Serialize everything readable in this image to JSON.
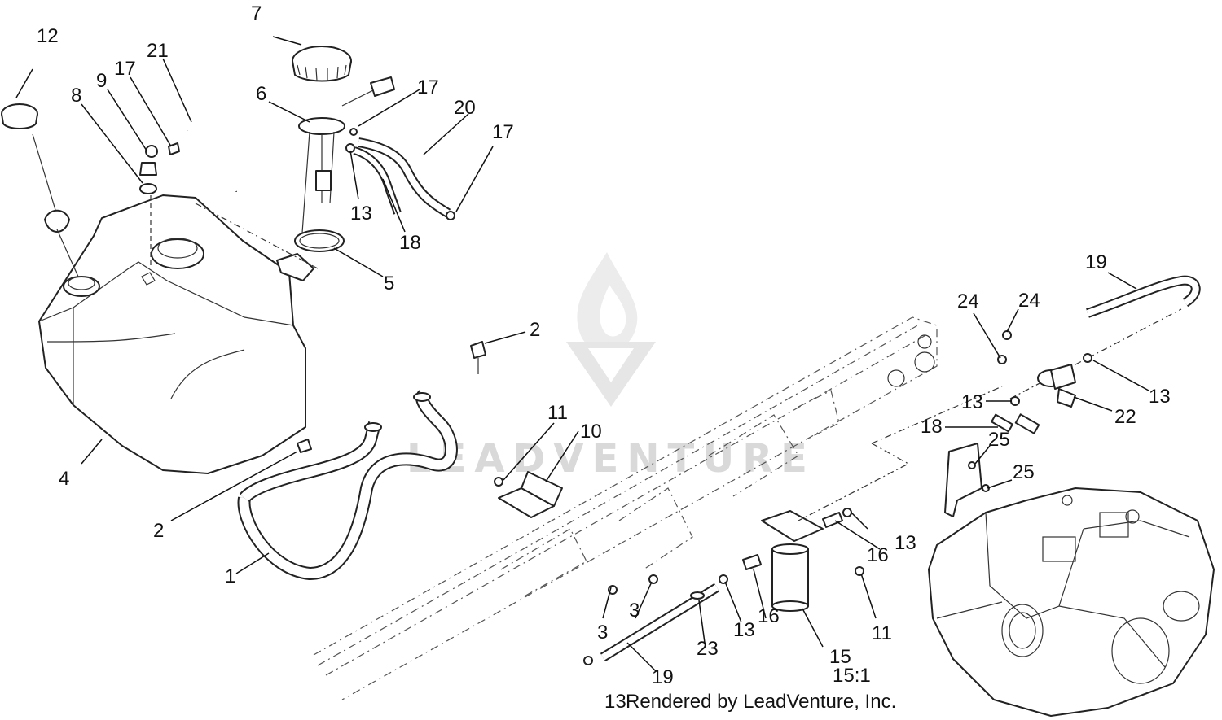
{
  "diagram": {
    "callouts": {
      "c1": "1",
      "c2a": "2",
      "c2b": "2",
      "c3a": "3",
      "c3b": "3",
      "c4": "4",
      "c5": "5",
      "c6": "6",
      "c7": "7",
      "c8": "8",
      "c9": "9",
      "c10": "10",
      "c11a": "11",
      "c11b": "11",
      "c12": "12",
      "c13a": "13",
      "c13b": "13",
      "c13c": "13",
      "c13d": "13",
      "c13e": "13",
      "c13f": "13",
      "c15": "15",
      "c15ratio": "15:1",
      "c16a": "16",
      "c16b": "16",
      "c17a": "17",
      "c17b": "17",
      "c17c": "17",
      "c18a": "18",
      "c18b": "18",
      "c19a": "19",
      "c19b": "19",
      "c20": "20",
      "c21": "21",
      "c22": "22",
      "c23": "23",
      "c24a": "24",
      "c24b": "24",
      "c25a": "25",
      "c25b": "25"
    },
    "footer": {
      "rendered_by": "Rendered by LeadVenture, Inc."
    },
    "watermark": {
      "text": "LEADVENTURE"
    }
  }
}
